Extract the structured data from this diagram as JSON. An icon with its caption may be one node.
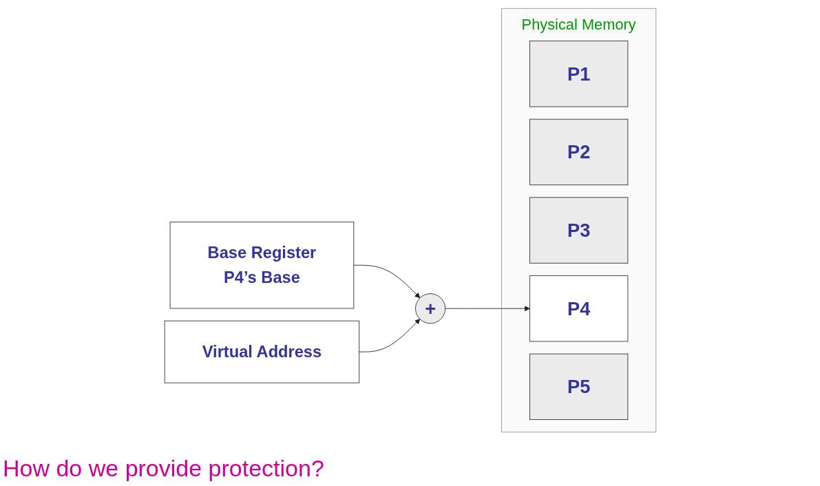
{
  "diagram": {
    "nodes": [
      {
        "text": [
          "Base Register",
          "P4’s Base"
        ]
      },
      {
        "text": [
          "Virtual Address"
        ]
      },
      {
        "text": [
          "+"
        ]
      },
      {
        "text": [
          "Physical Memory"
        ]
      },
      {
        "text": [
          "P1"
        ],
        "in": 3
      },
      {
        "text": [
          "P2"
        ],
        "in": 3
      },
      {
        "text": [
          "P3"
        ],
        "in": 3
      },
      {
        "text": [
          "P4"
        ],
        "in": 3
      },
      {
        "text": [
          "P5"
        ],
        "in": 3
      }
    ],
    "edges": [
      {
        "from": 0,
        "to": 2,
        "arrow": "to"
      },
      {
        "from": 1,
        "to": 2,
        "arrow": "to"
      },
      {
        "from": 2,
        "to": 7,
        "arrow": "to"
      }
    ],
    "labels": [
      "How do we provide protection?"
    ]
  }
}
